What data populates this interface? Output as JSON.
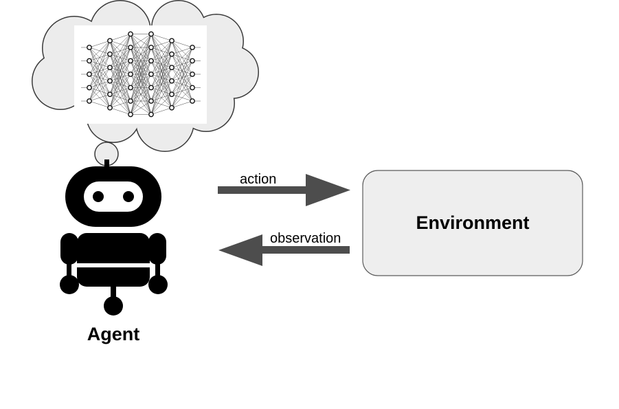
{
  "diagram": {
    "agent": {
      "label": "Agent"
    },
    "environment": {
      "label": "Environment"
    },
    "arrows": {
      "action": "action",
      "observation": "observation"
    },
    "thought_bubble": {
      "content": "neural-network-icon",
      "layer_sizes": [
        5,
        6,
        7,
        7,
        6,
        5
      ]
    },
    "colors": {
      "robot": "#000000",
      "cloud_fill": "#ececec",
      "cloud_stroke": "#3a3a3a",
      "arrow": "#4d4d4d",
      "env_fill": "#eeeeee",
      "env_stroke": "#5a5a5a"
    }
  }
}
